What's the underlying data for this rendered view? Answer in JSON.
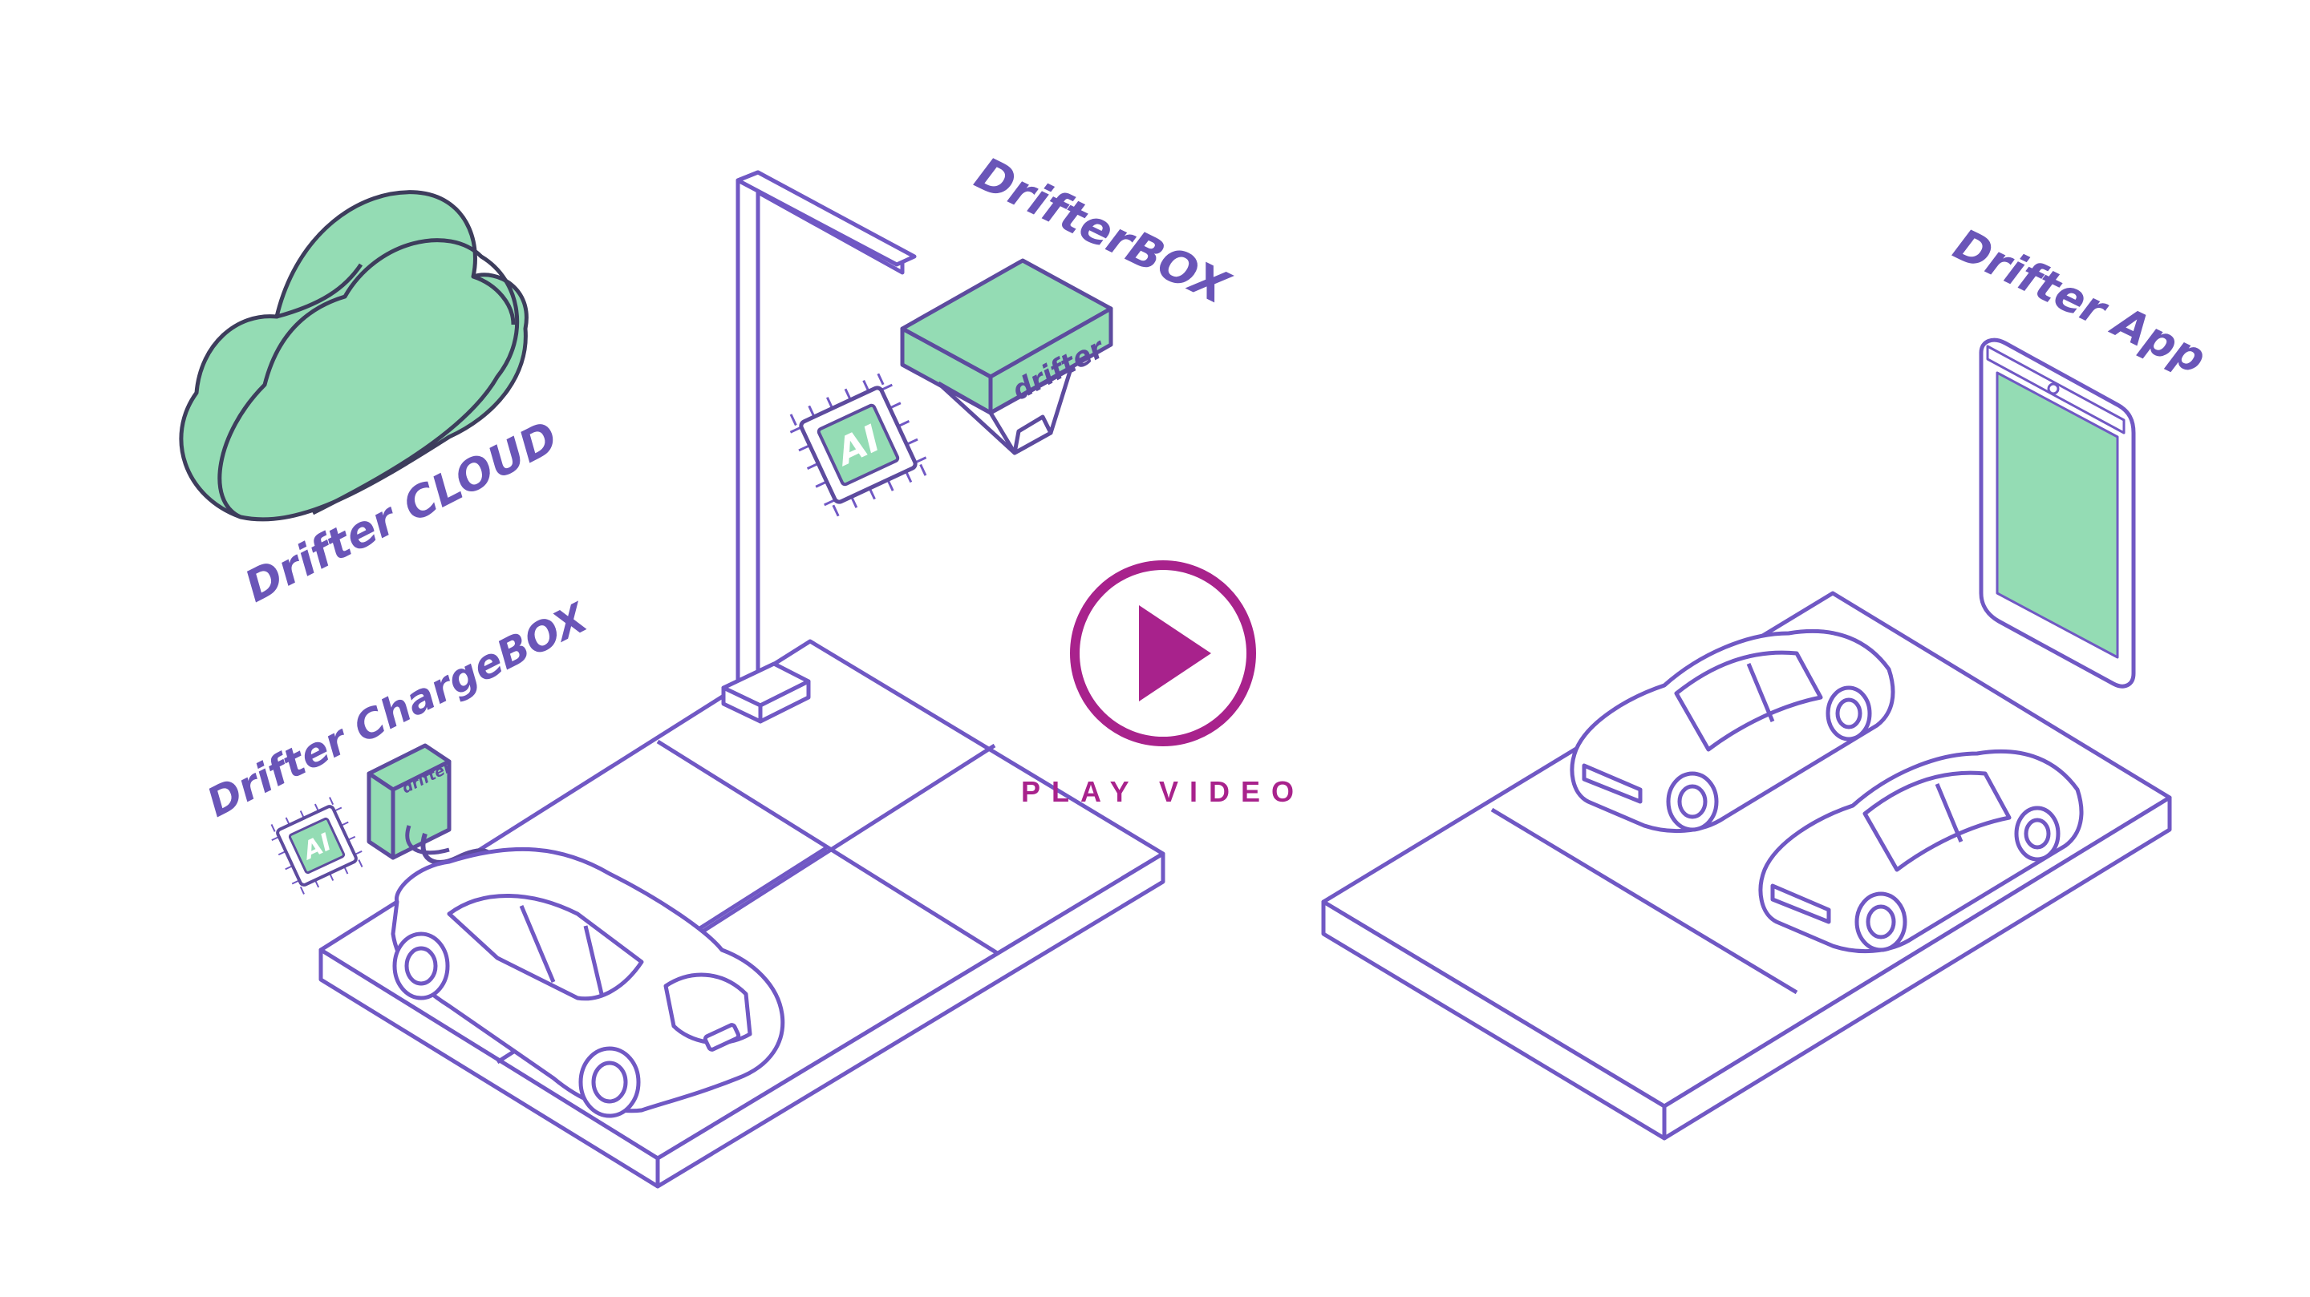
{
  "labels": {
    "cloud": "Drifter CLOUD",
    "chargebox": "Drifter ChargeBOX",
    "drifterbox": "DrifterBOX",
    "app": "Drifter App",
    "chip_ai": "AI",
    "brand_logo": "drifter"
  },
  "play": {
    "label": "PLAY VIDEO"
  },
  "icons": {
    "play": "play-icon",
    "cloud": "cloud-icon",
    "chip": "ai-chip-icon",
    "phone": "smartphone-icon",
    "car": "car-icon"
  },
  "colors": {
    "line": "#7058c4",
    "fill_green": "#94dcb4",
    "play_accent": "#a8228c",
    "background": "#ffffff"
  }
}
